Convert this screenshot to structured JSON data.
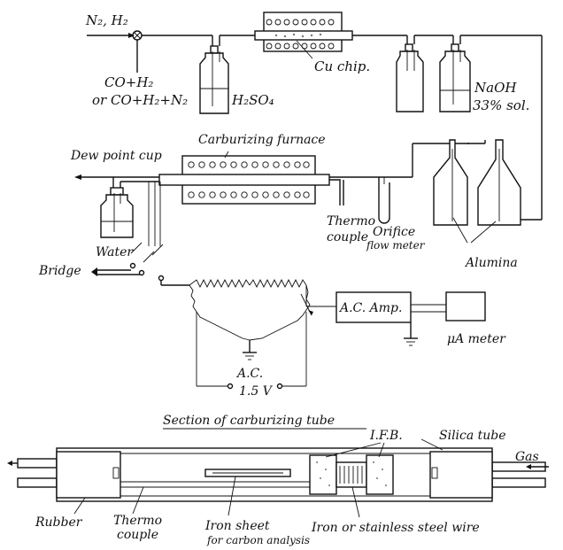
{
  "gas_supply": {
    "inlet": "N₂, H₂",
    "carburizing_gas_line1": "CO+H₂",
    "carburizing_gas_line2": "or CO+H₂+N₂"
  },
  "apparatus": {
    "sulfuric_acid": "H₂SO₄",
    "cu_chip": "Cu chip.",
    "naoh_line1": "NaOH",
    "naoh_line2": "33% sol.",
    "dew_point_cup": "Dew point cup",
    "carburizing_furnace": "Carburizing furnace",
    "water": "Water",
    "thermocouple_line1": "Thermo",
    "thermocouple_line2": "couple",
    "orifice_line1": "Orifice",
    "orifice_line2": "flow meter",
    "alumina": "Alumina",
    "bridge": "Bridge",
    "ac_amp": "A.C. Amp.",
    "ua_meter": "μA meter",
    "ac_source_line1": "A.C.",
    "ac_source_line2": "1.5 V"
  },
  "section": {
    "title": "Section of carburizing tube",
    "ifb": "I.F.B.",
    "silica_tube": "Silica tube",
    "gas": "Gas",
    "rubber": "Rubber",
    "thermocouple_line1": "Thermo",
    "thermocouple_line2": "couple",
    "iron_sheet_line1": "Iron sheet",
    "iron_sheet_line2": "for carbon analysis",
    "wire": "Iron or stainless steel wire"
  }
}
